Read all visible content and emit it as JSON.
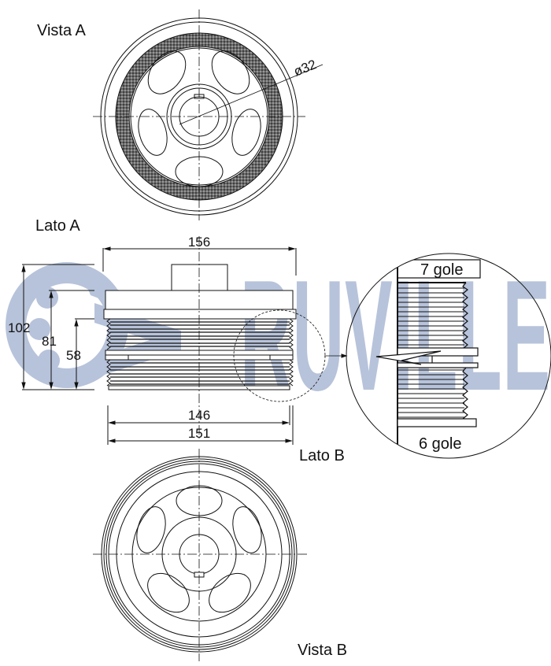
{
  "diagram": {
    "type": "technical-drawing",
    "subject": "crankshaft pulley / vibration damper",
    "watermark": {
      "text": "RUVILLE",
      "color": "#b7c3da"
    },
    "views": {
      "vista_a": {
        "label": "Vista A",
        "bore_dimension": "ø32"
      },
      "lato_a": {
        "label": "Lato A"
      },
      "lato_b": {
        "label": "Lato B"
      },
      "vista_b": {
        "label": "Vista B"
      }
    },
    "dimensions": {
      "overall_width": "156",
      "pulley_width_inner": "146",
      "pulley_width_outer": "151",
      "height_total": "102",
      "height_mid": "81",
      "height_groove": "58"
    },
    "detail": {
      "top_grooves": "7 gole",
      "bottom_grooves": "6 gole"
    },
    "colors": {
      "line": "#111111",
      "watermark": "#b7c3da",
      "hatch": "#333333"
    }
  }
}
